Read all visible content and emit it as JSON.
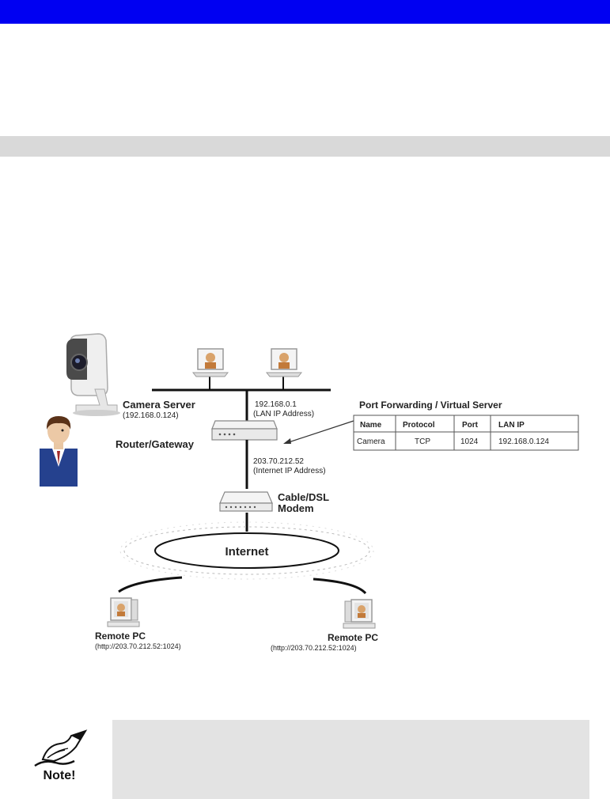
{
  "colors": {
    "header_bar": "#0000f2",
    "section_bar": "#d9d9d9",
    "note_box": "#e3e3e3"
  },
  "diagram": {
    "camera_server": {
      "label": "Camera Server",
      "ip": "(192.168.0.124)"
    },
    "lan_ip": {
      "address": "192.168.0.1",
      "caption": "(LAN IP Address)"
    },
    "router": {
      "label": "Router/Gateway"
    },
    "wan_ip": {
      "address": "203.70.212.52",
      "caption": "(Internet IP Address)"
    },
    "modem": {
      "label_line1": "Cable/DSL",
      "label_line2": "Modem"
    },
    "internet": {
      "label": "Internet"
    },
    "remote_pc_left": {
      "label": "Remote PC",
      "url": "(http://203.70.212.52:1024)"
    },
    "remote_pc_right": {
      "label": "Remote PC",
      "url": "(http://203.70.212.52:1024)"
    },
    "port_forwarding": {
      "title": "Port Forwarding / Virtual Server",
      "headers": [
        "Name",
        "Protocol",
        "Port",
        "LAN IP"
      ],
      "row": [
        "Camera",
        "TCP",
        "1024",
        "192.168.0.124"
      ]
    }
  },
  "note": {
    "label": "Note!"
  }
}
